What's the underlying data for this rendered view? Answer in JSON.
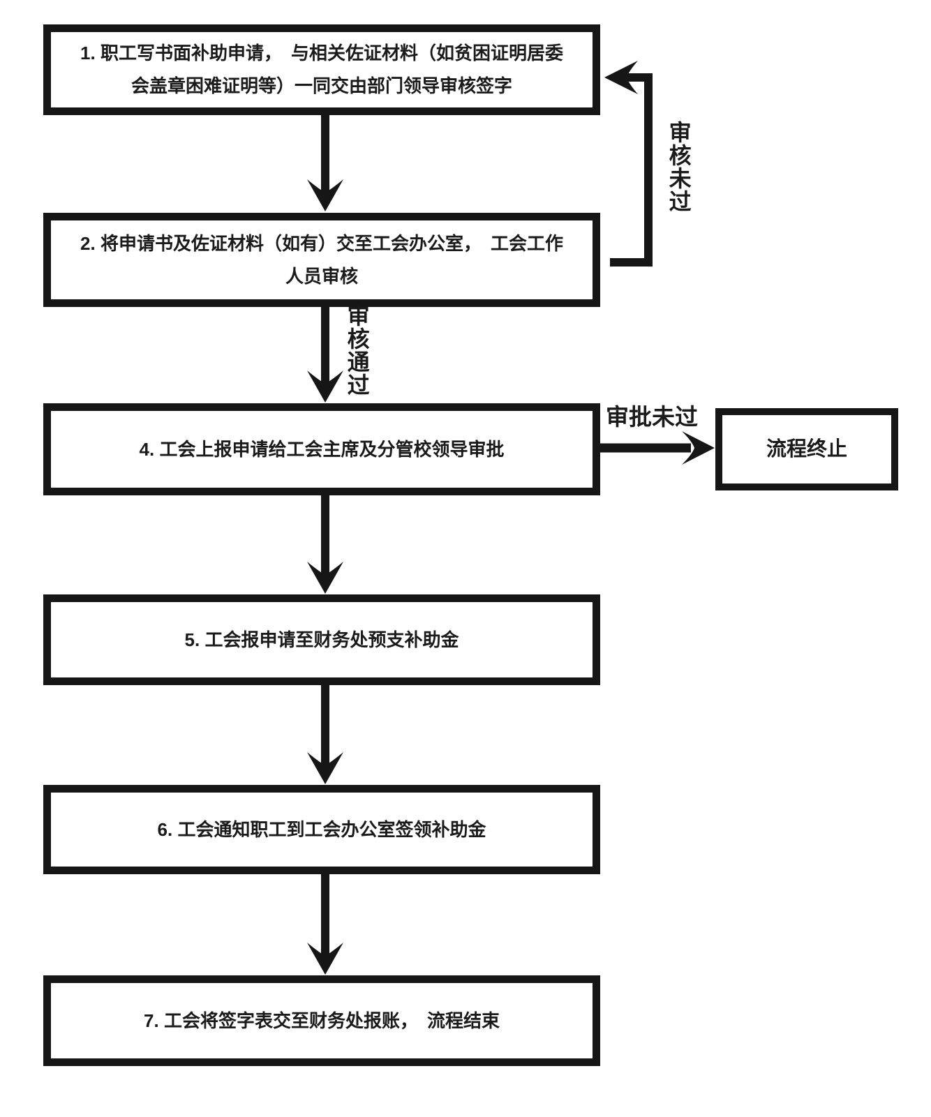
{
  "diagram": {
    "colors": {
      "background": "#ffffff",
      "line": "#161616",
      "text": "#1a1a1a"
    },
    "boxes": {
      "step1": {
        "lines": [
          "1. 职工写书面补助申请，　与相关佐证材料（如贫困证明居委",
          "会盖章困难证明等）一同交由部门领导审核签字"
        ]
      },
      "step2": {
        "lines": [
          "2. 将申请书及佐证材料（如有）交至工会办公室，　工会工作",
          "人员审核"
        ]
      },
      "step4": {
        "lines": [
          "4. 工会上报申请给工会主席及分管校领导审批"
        ]
      },
      "step5": {
        "lines": [
          "5. 工会报申请至财务处预支补助金"
        ]
      },
      "step6": {
        "lines": [
          "6. 工会通知职工到工会办公室签领补助金"
        ]
      },
      "step7": {
        "lines": [
          "7. 工会将签字表交至财务处报账，　流程结束"
        ]
      },
      "terminate": {
        "lines": [
          "流程终止"
        ]
      }
    },
    "edge_labels": {
      "review_failed": "审核未过",
      "review_passed": "审核通过",
      "approval_failed": "审批未过"
    }
  }
}
